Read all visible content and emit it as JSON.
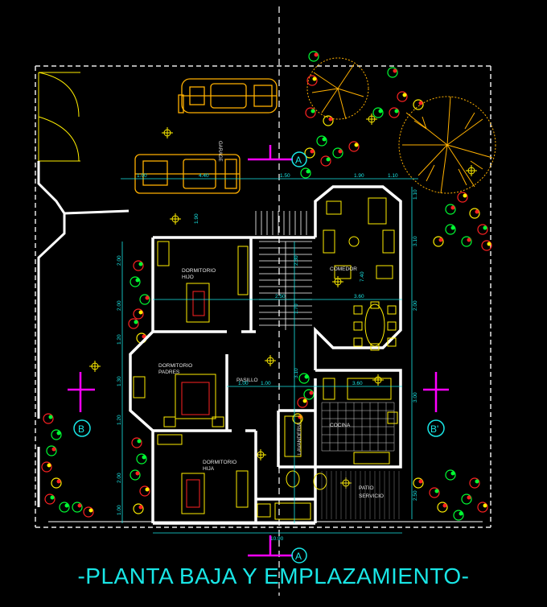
{
  "title": "-PLANTA BAJA Y EMPLAZAMIENTO-",
  "colors": {
    "background": "#000000",
    "wall": "#ffffff",
    "furniture": "#ffee00",
    "dimension": "#19e6e6",
    "section": "#ff00ff",
    "label": "#e6e6e6",
    "car": "#ffb000",
    "tree": "#ffb000",
    "plant_green": "#00ff33",
    "plant_red": "#ff2222",
    "grid": "#ffffff"
  },
  "rooms": {
    "garage": "GARAGE",
    "dorm_hijo_1": "DORMITORIO",
    "dorm_hijo_2": "HIJO",
    "dorm_padres_1": "DORMITORIO",
    "dorm_padres_2": "PADRES",
    "dorm_hija_1": "DORMITORIO",
    "dorm_hija_2": "HIJA",
    "comedor": "COMEDOR",
    "pasillo": "PASILLO",
    "cocina": "COCINA",
    "patio_1": "PATIO",
    "patio_2": "SERVICIO",
    "lavanderia": "LAVANDERIA"
  },
  "section_marks": {
    "a_top": "A",
    "a_bottom": "A",
    "b_left": "B",
    "b_right": "B'"
  },
  "dimensions": {
    "top_1": "1.00",
    "top_2": "4.40",
    "top_3": "1.50",
    "top_4": "1.90",
    "top_5": "1.10",
    "mid_1": "2.50",
    "mid_2": "3.60",
    "pas_1": "1.00",
    "pas_2": "1.00",
    "coc_1": "3.60",
    "bottom_total": "10.90",
    "right_1": "1.10",
    "right_2": "3.10",
    "right_3": "2.00",
    "right_4": "3.00",
    "right_5": "2.50",
    "left_1": "2.00",
    "left_2": "2.00",
    "left_3": "1.20",
    "left_4": "1.30",
    "left_5": "1.20",
    "left_6": "2.00",
    "left_7": "1.00",
    "inner_1": "1.90",
    "inner_2": "1.70",
    "inner_3": "7.40",
    "inner_4": "3.10",
    "inner_5": "2.30"
  }
}
